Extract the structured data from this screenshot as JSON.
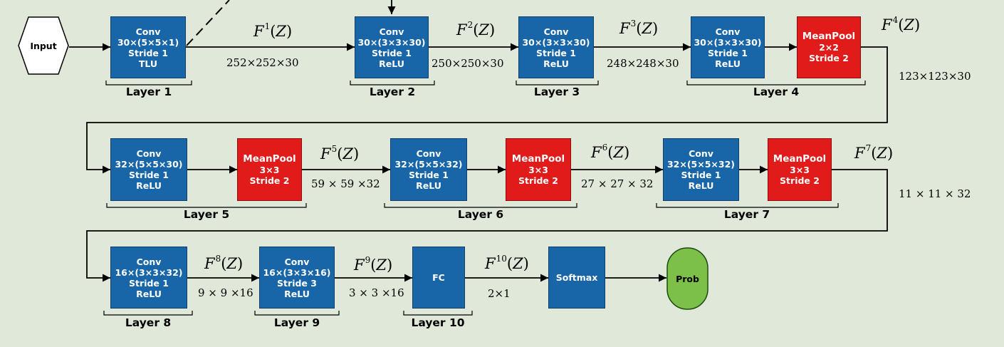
{
  "input": {
    "label": "Input"
  },
  "output": {
    "label": "Prob"
  },
  "blocks": {
    "conv1": [
      "Conv",
      "30×(5×5×1)",
      "Stride 1",
      "TLU"
    ],
    "conv2": [
      "Conv",
      "30×(3×3×30)",
      "Stride 1",
      "ReLU"
    ],
    "conv3": [
      "Conv",
      "30×(3×3×30)",
      "Stride 1",
      "ReLU"
    ],
    "conv4": [
      "Conv",
      "30×(3×3×30)",
      "Stride 1",
      "ReLU"
    ],
    "pool4": [
      "MeanPool",
      "2×2",
      "Stride 2"
    ],
    "conv5": [
      "Conv",
      "32×(5×5×30)",
      "Stride 1",
      "ReLU"
    ],
    "pool5": [
      "MeanPool",
      "3×3",
      "Stride 2"
    ],
    "conv6": [
      "Conv",
      "32×(5×5×32)",
      "Stride 1",
      "ReLU"
    ],
    "pool6": [
      "MeanPool",
      "3×3",
      "Stride 2"
    ],
    "conv7": [
      "Conv",
      "32×(5×5×32)",
      "Stride 1",
      "ReLU"
    ],
    "pool7": [
      "MeanPool",
      "3×3",
      "Stride 2"
    ],
    "conv8": [
      "Conv",
      "16×(3×3×32)",
      "Stride 1",
      "ReLU"
    ],
    "conv9": [
      "Conv",
      "16×(3×3×16)",
      "Stride 3",
      "ReLU"
    ],
    "fc": [
      "FC"
    ],
    "softmax": [
      "Softmax"
    ]
  },
  "features": {
    "f1": {
      "letter": "F",
      "sup": "1",
      "arg": "(Z)"
    },
    "f2": {
      "letter": "F",
      "sup": "2",
      "arg": "(Z)"
    },
    "f3": {
      "letter": "F",
      "sup": "3",
      "arg": "(Z)"
    },
    "f4": {
      "letter": "F",
      "sup": "4",
      "arg": "(Z)"
    },
    "f5": {
      "letter": "F",
      "sup": "5",
      "arg": "(Z)"
    },
    "f6": {
      "letter": "F",
      "sup": "6",
      "arg": "(Z)"
    },
    "f7": {
      "letter": "F",
      "sup": "7",
      "arg": "(Z)"
    },
    "f8": {
      "letter": "F",
      "sup": "8",
      "arg": "(Z)"
    },
    "f9": {
      "letter": "F",
      "sup": "9",
      "arg": "(Z)"
    },
    "f10": {
      "letter": "F",
      "sup": "10",
      "arg": "(Z)"
    }
  },
  "dims": {
    "d1": "252×252×30",
    "d2": "250×250×30",
    "d3": "248×248×30",
    "d4": "123×123×30",
    "d5": "59 × 59 ×32",
    "d6": "27 × 27 × 32",
    "d7": "11 × 11 × 32",
    "d8": "9 × 9 ×16",
    "d9": "3 × 3 ×16",
    "d10": "2×1"
  },
  "layers": {
    "l1": "Layer 1",
    "l2": "Layer 2",
    "l3": "Layer 3",
    "l4": "Layer 4",
    "l5": "Layer 5",
    "l6": "Layer 6",
    "l7": "Layer 7",
    "l8": "Layer 8",
    "l9": "Layer 9",
    "l10": "Layer 10"
  },
  "colors": {
    "background": "#dfe8d9",
    "conv": "#1865a7",
    "pool": "#e11a1a",
    "output": "#7cc04a"
  }
}
